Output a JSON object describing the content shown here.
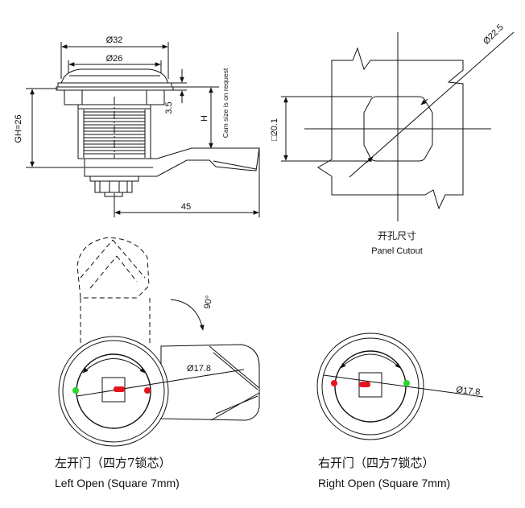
{
  "side_view": {
    "dim_outer_diameter": "Ø32",
    "dim_inner_diameter": "Ø26",
    "dim_grip_height": "GH=26",
    "dim_thickness": "3.5",
    "dim_h": "H",
    "cam_note": "Cam size is on request",
    "dim_cam_length": "45"
  },
  "panel_cutout": {
    "dim_diameter": "Ø22.5",
    "dim_square": "□20.1",
    "title_cn": "开孔尺寸",
    "title_en": "Panel Cutout"
  },
  "left_open": {
    "angle": "90°",
    "dim_circle": "Ø17.8",
    "caption_cn": "左开门（四方7锁芯）",
    "caption_en": "Left Open (Square 7mm)"
  },
  "right_open": {
    "dim_circle": "Ø17.8",
    "caption_cn": "右开门（四方7锁芯）",
    "caption_en": "Right Open (Square 7mm)"
  },
  "colors": {
    "green_dot": "#2bd52b",
    "red_dot": "#e3141b",
    "line": "#111111"
  }
}
